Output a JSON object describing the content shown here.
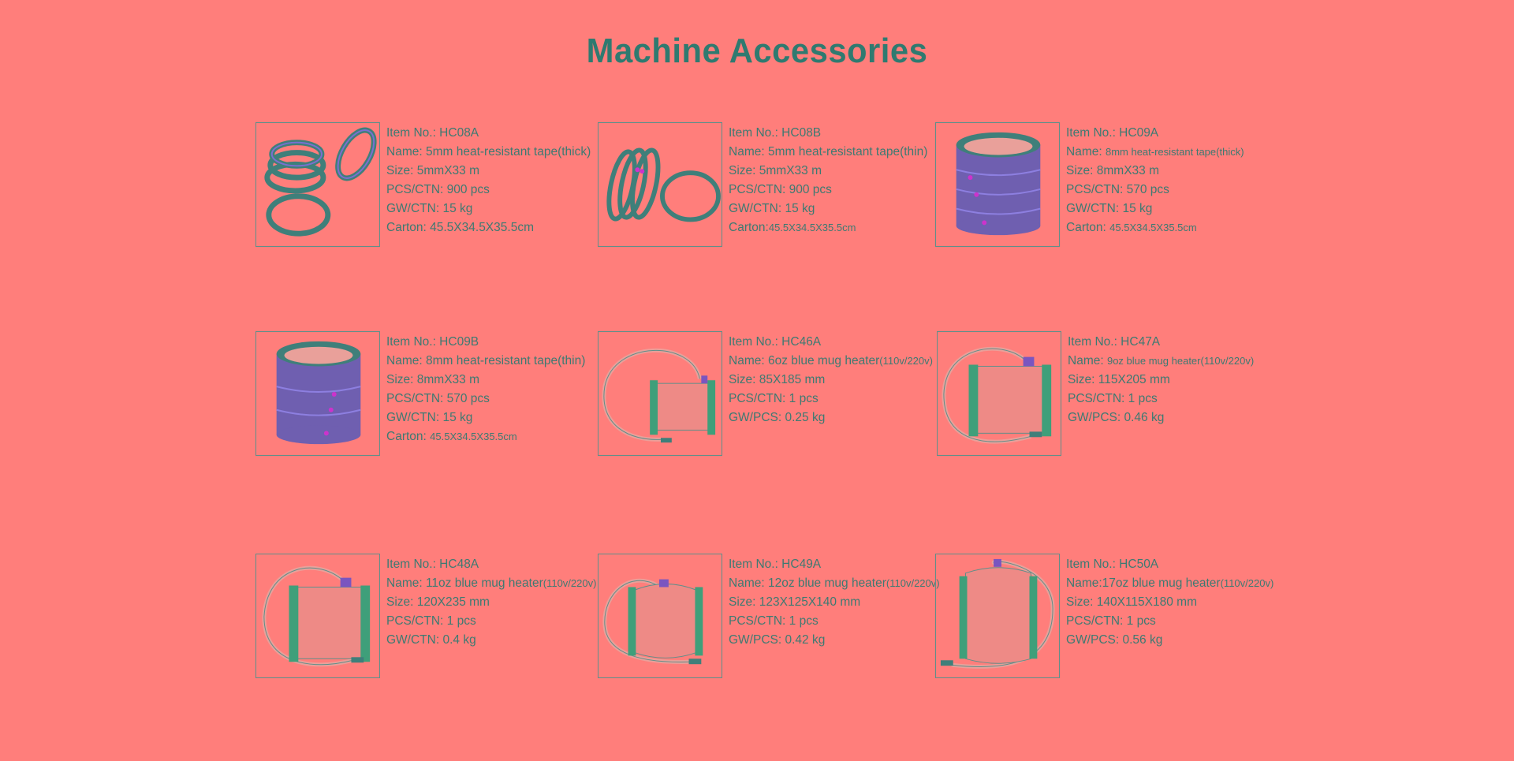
{
  "title": "Machine Accessories",
  "items": [
    {
      "item_no": "Item No.:  HC08A",
      "name": "Name: 5mm heat-resistant tape(thick)",
      "name_suffix": "",
      "size": "Size:  5mmX33 m",
      "pcs": "PCS/CTN:  900 pcs",
      "gw": "GW/CTN:  15 kg",
      "carton_label": "Carton:  45.5X34.5X35.5cm",
      "carton_value": "",
      "image": "tape-rings-icon"
    },
    {
      "item_no": "Item No.: HC08B",
      "name": "Name: 5mm heat-resistant tape(thin)",
      "name_suffix": "",
      "size": "Size: 5mmX33 m",
      "pcs": "PCS/CTN:  900 pcs",
      "gw": "GW/CTN:  15 kg",
      "carton_label": "Carton:",
      "carton_value": "45.5X34.5X35.5cm",
      "image": "tape-rings-thin-icon"
    },
    {
      "item_no": "Item No.:  HC09A",
      "name": "Name: ",
      "name_suffix": "8mm heat-resistant tape(thick)",
      "size": "Size:  8mmX33 m",
      "pcs": "PCS/CTN:  570 pcs",
      "gw": "GW/CTN:  15 kg",
      "carton_label": "Carton: ",
      "carton_value": "45.5X34.5X35.5cm",
      "image": "tape-roll-icon"
    },
    {
      "item_no": "Item No.:  HC09B",
      "name": "Name: 8mm heat-resistant tape(thin)",
      "name_suffix": "",
      "size": "Size:  8mmX33 m",
      "pcs": "PCS/CTN:  570 pcs",
      "gw": "GW/CTN: 15 kg",
      "carton_label": "Carton:  ",
      "carton_value": "45.5X34.5X35.5cm",
      "image": "tape-roll-icon"
    },
    {
      "item_no": "Item No.: HC46A",
      "name": "Name: 6oz blue mug heater",
      "name_suffix": "(110v/220v)",
      "size": "Size:  85X185 mm",
      "pcs": "PCS/CTN: 1 pcs",
      "gw": "GW/PCS: 0.25 kg",
      "carton_label": "",
      "carton_value": "",
      "image": "mug-heater-icon"
    },
    {
      "item_no": "Item No.:  HC47A",
      "name": "Name: ",
      "name_suffix": "9oz blue mug heater(110v/220v)",
      "size": "Size: 115X205 mm",
      "pcs": "PCS/CTN:  1 pcs",
      "gw": "GW/PCS:   0.46 kg",
      "carton_label": "",
      "carton_value": "",
      "image": "mug-heater-icon"
    },
    {
      "item_no": "Item No.:  HC48A",
      "name": "Name: 11oz blue mug heater",
      "name_suffix": "(110v/220v)",
      "size": "Size: 120X235 mm",
      "pcs": "PCS/CTN:  1 pcs",
      "gw": "GW/CTN:   0.4  kg",
      "carton_label": "",
      "carton_value": "",
      "image": "mug-heater-icon"
    },
    {
      "item_no": "Item No.:  HC49A",
      "name": "Name: 12oz blue mug heater",
      "name_suffix": "(110v/220v)",
      "size": "Size: 123X125X140 mm",
      "pcs": "PCS/CTN:  1 pcs",
      "gw": "GW/PCS:  0.42 kg",
      "carton_label": "",
      "carton_value": "",
      "image": "mug-heater-icon"
    },
    {
      "item_no": "Item No.:   HC50A",
      "name": "Name:17oz blue mug heater",
      "name_suffix": "(110v/220v)",
      "size": "Size:  140X115X180 mm",
      "pcs": "PCS/CTN:   1 pcs",
      "gw": "GW/PCS: 0.56 kg",
      "carton_label": "",
      "carton_value": "",
      "image": "mug-heater-icon"
    }
  ]
}
